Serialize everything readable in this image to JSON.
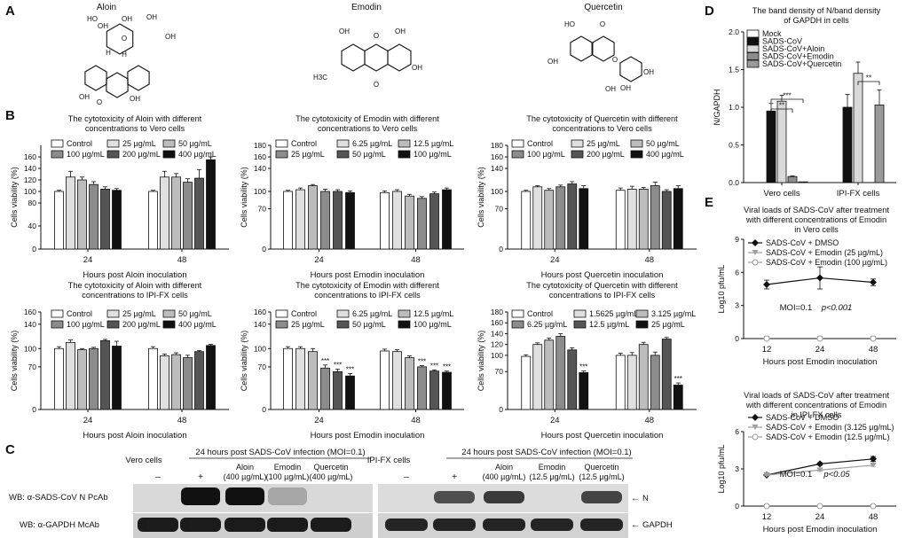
{
  "panels": {
    "A": "A",
    "B": "B",
    "C": "C",
    "D": "D",
    "E": "E"
  },
  "molecules": {
    "aloin": {
      "name": "Aloin",
      "groups": [
        "HO",
        "OH",
        "OH",
        "OH",
        "H",
        "H",
        "O",
        "OH",
        "O",
        "OH",
        "OH"
      ]
    },
    "emodin": {
      "name": "Emodin",
      "groups": [
        "OH",
        "O",
        "OH",
        "H3C",
        "O",
        "OH"
      ]
    },
    "quercetin": {
      "name": "Quercetin",
      "groups": [
        "HO",
        "O",
        "O",
        "OH",
        "OH",
        "OH",
        "OH"
      ]
    }
  },
  "ylabels": {
    "viability": "Cells viability (%)",
    "ngapdh": "N/GAPDH",
    "log": "Log10 pfu/mL"
  },
  "chart_data": [
    {
      "id": "B1",
      "type": "bar",
      "title": "The cytotoxicity of Aloin with different\nconcentrations to Vero cells",
      "xlabel": "Hours post Aloin inoculation",
      "ylabel": "Cells viability (%)",
      "ylim": [
        0,
        180
      ],
      "yticks": [
        "0",
        "40",
        "80",
        "100",
        "120",
        "140",
        "160"
      ],
      "categories": [
        "24",
        "48"
      ],
      "series": [
        {
          "name": "Control",
          "values": [
            100,
            100
          ],
          "err": [
            2,
            2
          ]
        },
        {
          "name": "25 µg/mL",
          "values": [
            125,
            125
          ],
          "err": [
            10,
            10
          ]
        },
        {
          "name": "50 µg/mL",
          "values": [
            120,
            125
          ],
          "err": [
            5,
            6
          ]
        },
        {
          "name": "100 µg/mL",
          "values": [
            112,
            116
          ],
          "err": [
            5,
            6
          ]
        },
        {
          "name": "200 µg/mL",
          "values": [
            104,
            123
          ],
          "err": [
            4,
            15
          ]
        },
        {
          "name": "400 µg/mL",
          "values": [
            102,
            155
          ],
          "err": [
            3,
            5
          ]
        }
      ]
    },
    {
      "id": "B2",
      "type": "bar",
      "title": "The cytotoxicity of Emodin with different\nconcentrations to Vero cells",
      "xlabel": "Hours post Emodin inoculation",
      "ylabel": "Cells viability (%)",
      "ylim": [
        0,
        180
      ],
      "yticks": [
        "0",
        "70",
        "100",
        "140",
        "160",
        "180"
      ],
      "categories": [
        "24",
        "48"
      ],
      "series": [
        {
          "name": "Control",
          "values": [
            100,
            98
          ],
          "err": [
            2,
            3
          ]
        },
        {
          "name": "6.25 µg/mL",
          "values": [
            103,
            100
          ],
          "err": [
            3,
            3
          ]
        },
        {
          "name": "12.5 µg/mL",
          "values": [
            110,
            92
          ],
          "err": [
            2,
            3
          ]
        },
        {
          "name": "25 µg/mL",
          "values": [
            100,
            88
          ],
          "err": [
            4,
            3
          ]
        },
        {
          "name": "50 µg/mL",
          "values": [
            100,
            96
          ],
          "err": [
            3,
            3
          ]
        },
        {
          "name": "100 µg/mL",
          "values": [
            98,
            103
          ],
          "err": [
            3,
            3
          ]
        }
      ]
    },
    {
      "id": "B3",
      "type": "bar",
      "title": "The cytotoxicity of Quercetin with different\nconcentrations to Vero cells",
      "xlabel": "Hours post Quercetin inoculation",
      "ylabel": "Cells viability (%)",
      "ylim": [
        0,
        180
      ],
      "yticks": [
        "0",
        "70",
        "100",
        "140",
        "160",
        "180"
      ],
      "categories": [
        "24",
        "48"
      ],
      "series": [
        {
          "name": "Control",
          "values": [
            100,
            102
          ],
          "err": [
            2,
            4
          ]
        },
        {
          "name": "25 µg/mL",
          "values": [
            108,
            104
          ],
          "err": [
            2,
            5
          ]
        },
        {
          "name": "50 µg/mL",
          "values": [
            102,
            104
          ],
          "err": [
            3,
            3
          ]
        },
        {
          "name": "100 µg/mL",
          "values": [
            108,
            110
          ],
          "err": [
            3,
            6
          ]
        },
        {
          "name": "200 µg/mL",
          "values": [
            113,
            100
          ],
          "err": [
            4,
            3
          ]
        },
        {
          "name": "400 µg/mL",
          "values": [
            105,
            105
          ],
          "err": [
            5,
            5
          ]
        }
      ]
    },
    {
      "id": "B4",
      "type": "bar",
      "title": "The cytotoxicity of Aloin with different\nconcentrations to IPI-FX cells",
      "xlabel": "Hours post Aloin inoculation",
      "ylabel": "Cells viability (%)",
      "ylim": [
        0,
        160
      ],
      "yticks": [
        "0",
        "70",
        "100",
        "140",
        "160"
      ],
      "categories": [
        "24",
        "48"
      ],
      "series": [
        {
          "name": "Control",
          "values": [
            100,
            100
          ],
          "err": [
            3,
            3
          ]
        },
        {
          "name": "25 µg/mL",
          "values": [
            110,
            88
          ],
          "err": [
            4,
            3
          ]
        },
        {
          "name": "50 µg/mL",
          "values": [
            98,
            90
          ],
          "err": [
            2,
            3
          ]
        },
        {
          "name": "100 µg/mL",
          "values": [
            100,
            85
          ],
          "err": [
            2,
            4
          ]
        },
        {
          "name": "200 µg/mL",
          "values": [
            113,
            95
          ],
          "err": [
            2,
            2
          ]
        },
        {
          "name": "400 µg/mL",
          "values": [
            104,
            105
          ],
          "err": [
            8,
            2
          ]
        }
      ]
    },
    {
      "id": "B5",
      "type": "bar",
      "title": "The cytotoxicity of Emodin with different\nconcentrations to IPI-FX cells",
      "xlabel": "Hours post Emodin inoculation",
      "ylabel": "Cells viability (%)",
      "ylim": [
        0,
        160
      ],
      "yticks": [
        "0",
        "70",
        "100",
        "140",
        "160"
      ],
      "categories": [
        "24",
        "48"
      ],
      "series": [
        {
          "name": "Control",
          "values": [
            100,
            96
          ],
          "err": [
            3,
            3
          ]
        },
        {
          "name": "6.25 µg/mL",
          "values": [
            100,
            95
          ],
          "err": [
            3,
            3
          ]
        },
        {
          "name": "12.5 µg/mL",
          "values": [
            95,
            85
          ],
          "err": [
            5,
            3
          ]
        },
        {
          "name": "25 µg/mL",
          "values": [
            68,
            70
          ],
          "err": [
            5,
            2
          ]
        },
        {
          "name": "50 µg/mL",
          "values": [
            62,
            63
          ],
          "err": [
            4,
            2
          ]
        },
        {
          "name": "100 µg/mL",
          "values": [
            55,
            61
          ],
          "err": [
            4,
            2
          ]
        }
      ],
      "sig": [
        [
          "",
          "",
          "",
          "***",
          "***",
          "***"
        ],
        [
          "",
          "",
          "",
          "***",
          "***",
          "***"
        ]
      ]
    },
    {
      "id": "B6",
      "type": "bar",
      "title": "The cytotoxicity of Quercetin with different\nconcentrations to IPI-FX cells",
      "xlabel": "Hours post Quercetin inoculation",
      "ylabel": "Cells viability (%)",
      "ylim": [
        0,
        180
      ],
      "yticks": [
        "0",
        "70",
        "100",
        "120",
        "140",
        "160",
        "180"
      ],
      "categories": [
        "24",
        "48"
      ],
      "series": [
        {
          "name": "Control",
          "values": [
            98,
            100
          ],
          "err": [
            3,
            4
          ]
        },
        {
          "name": "1.5625 µg/mL",
          "values": [
            120,
            100
          ],
          "err": [
            3,
            5
          ]
        },
        {
          "name": "3.125 µg/mL",
          "values": [
            128,
            120
          ],
          "err": [
            4,
            4
          ]
        },
        {
          "name": "6.25 µg/mL",
          "values": [
            135,
            100
          ],
          "err": [
            5,
            6
          ]
        },
        {
          "name": "12.5 µg/mL",
          "values": [
            110,
            130
          ],
          "err": [
            4,
            3
          ]
        },
        {
          "name": "25 µg/mL",
          "values": [
            68,
            45
          ],
          "err": [
            3,
            4
          ]
        }
      ],
      "sig": [
        [
          "",
          "",
          "",
          "",
          "",
          "***"
        ],
        [
          "",
          "",
          "",
          "",
          "",
          "***"
        ]
      ]
    },
    {
      "id": "D",
      "type": "bar",
      "title": "The band density of N/band density\nof GAPDH in cells",
      "xlabel": "",
      "ylabel": "N/GAPDH",
      "ylim": [
        0,
        2.0
      ],
      "yticks": [
        "0.0",
        "0.5",
        "1.0",
        "1.5",
        "2.0"
      ],
      "categories": [
        "Vero cells",
        "IPI-FX cells"
      ],
      "series": [
        {
          "name": "Mock",
          "values": [
            0,
            0
          ],
          "err": [
            0,
            0
          ]
        },
        {
          "name": "SADS-CoV",
          "values": [
            0.95,
            1.0
          ],
          "err": [
            0.1,
            0.17
          ]
        },
        {
          "name": "SADS-CoV+Aloin",
          "values": [
            1.08,
            1.45
          ],
          "err": [
            0.08,
            0.15
          ]
        },
        {
          "name": "SADS-CoV+Emodin",
          "values": [
            0.08,
            0.0
          ],
          "err": [
            0.01,
            0
          ]
        },
        {
          "name": "SADS-CoV+Quercetin",
          "values": [
            0.01,
            1.03
          ],
          "err": [
            0,
            0.2
          ]
        }
      ],
      "sig": [
        "**",
        "***",
        "**"
      ]
    },
    {
      "id": "E1",
      "type": "line",
      "title": "Viral loads of SADS-CoV after treatment\nwith different concentrations of Emodin\nin Vero cells",
      "xlabel": "Hours post Emodin inoculation",
      "ylabel": "Log10 pfu/mL",
      "ylim": [
        0,
        9
      ],
      "yticks": [
        "0",
        "3",
        "6",
        "9"
      ],
      "x": [
        "12",
        "24",
        "48"
      ],
      "series": [
        {
          "name": "SADS-CoV + DMSO",
          "values": [
            4.9,
            5.5,
            5.1
          ],
          "err": [
            0.4,
            1.0,
            0.3
          ]
        },
        {
          "name": "SADS-CoV + Emodin (25 µg/mL)",
          "values": [
            0,
            0,
            0
          ]
        },
        {
          "name": "SADS-CoV + Emodin (100 µg/mL)",
          "values": [
            0,
            0,
            0
          ]
        }
      ],
      "annotation": "MOI=0.1   p<0.001"
    },
    {
      "id": "E2",
      "type": "line",
      "title": "Viral loads of SADS-CoV after treatment\nwith different concentrations of Emodin\nin IPI-FX cells",
      "xlabel": "Hours post Emodin inoculation",
      "ylabel": "Log10 pfu/mL",
      "ylim": [
        0,
        6
      ],
      "yticks": [
        "0",
        "3",
        "6"
      ],
      "x": [
        "12",
        "24",
        "48"
      ],
      "series": [
        {
          "name": "SADS-CoV + DMSO",
          "values": [
            2.5,
            3.4,
            3.8
          ],
          "err": [
            0.05,
            0.1,
            0.2
          ]
        },
        {
          "name": "SADS-CoV + Emodin (3.125 µg/mL)",
          "values": [
            2.5,
            2.9,
            3.3
          ],
          "err": [
            0.05,
            0.1,
            0.1
          ]
        },
        {
          "name": "SADS-CoV + Emodin (12.5 µg/mL)",
          "values": [
            0,
            0,
            0
          ]
        }
      ],
      "annotation": "MOI=0.1   p<0.05"
    }
  ],
  "blot": {
    "vero_label": "Vero cells",
    "ipifx_label": "IPI-FX cells",
    "infection_header": "24 hours post SADS-CoV infection (MOI=0.1)",
    "mock_sign": "–",
    "plus_sign": "+",
    "left_lanes": [
      "Aloin\n(400 µg/mL)",
      "Emodin\n(100 µg/mL)",
      "Quercetin\n(400 µg/mL)"
    ],
    "right_lanes": [
      "Aloin\n(400 µg/mL)",
      "Emodin\n(12.5 µg/mL)",
      "Quercetin\n(12.5 µg/mL)"
    ],
    "row1": "WB: α-SADS-CoV N PcAb",
    "row2": "WB: α-GAPDH McAb",
    "n_label": "N",
    "gapdh_label": "GAPDH"
  }
}
